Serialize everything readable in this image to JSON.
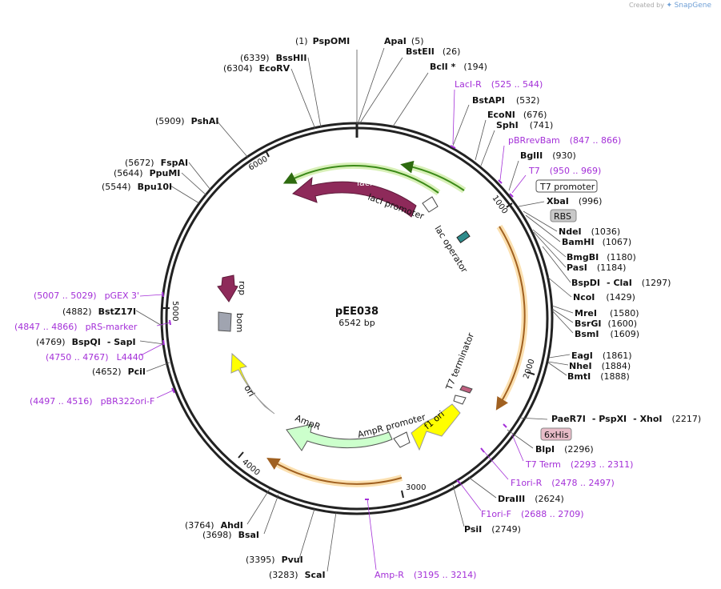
{
  "credit": {
    "prefix": "Created by",
    "brand": "SnapGene"
  },
  "plasmid": {
    "name": "pEE038",
    "size_label": "6542 bp",
    "length": 6542
  },
  "ticks": [
    "1000",
    "2000",
    "3000",
    "4000",
    "5000",
    "6000"
  ],
  "enzymes": [
    {
      "name": "PspOMI",
      "pos": "(1)"
    },
    {
      "name": "ApaI",
      "pos": "(5)"
    },
    {
      "name": "BstEII",
      "pos": "(26)"
    },
    {
      "name": "BclI *",
      "pos": "(194)"
    },
    {
      "name": "BstAPI",
      "pos": "(532)"
    },
    {
      "name": "EcoNI",
      "pos": "(676)"
    },
    {
      "name": "SphI",
      "pos": "(741)"
    },
    {
      "name": "BglII",
      "pos": "(930)"
    },
    {
      "name": "XbaI",
      "pos": "(996)"
    },
    {
      "name": "NdeI",
      "pos": "(1036)"
    },
    {
      "name": "BamHI",
      "pos": "(1067)"
    },
    {
      "name": "BmgBI",
      "pos": "(1180)"
    },
    {
      "name": "PasI",
      "pos": "(1184)"
    },
    {
      "name": "BspDI",
      "name2": "ClaI",
      "pos": "(1297)"
    },
    {
      "name": "NcoI",
      "pos": "(1429)"
    },
    {
      "name": "MreI",
      "pos": "(1580)"
    },
    {
      "name": "BsrGI",
      "pos": "(1600)"
    },
    {
      "name": "BsmI",
      "pos": "(1609)"
    },
    {
      "name": "EagI",
      "pos": "(1861)"
    },
    {
      "name": "NheI",
      "pos": "(1884)"
    },
    {
      "name": "BmtI",
      "pos": "(1888)"
    },
    {
      "name": "PaeR7I",
      "name2": "PspXI",
      "name3": "XhoI",
      "pos": "(2217)"
    },
    {
      "name": "BlpI",
      "pos": "(2296)"
    },
    {
      "name": "DraIII",
      "pos": "(2624)"
    },
    {
      "name": "PsiI",
      "pos": "(2749)"
    },
    {
      "name": "ScaI",
      "pos": "(3283)"
    },
    {
      "name": "PvuI",
      "pos": "(3395)"
    },
    {
      "name": "BsaI",
      "pos": "(3698)"
    },
    {
      "name": "AhdI",
      "pos": "(3764)"
    },
    {
      "name": "PciI",
      "pos": "(4652)"
    },
    {
      "name": "BspQI",
      "name2": "SapI",
      "pos": "(4769)"
    },
    {
      "name": "BstZ17I",
      "pos": "(4882)"
    },
    {
      "name": "Bpu10I",
      "pos": "(5544)"
    },
    {
      "name": "PpuMI",
      "pos": "(5644)"
    },
    {
      "name": "FspAI",
      "pos": "(5672)"
    },
    {
      "name": "PshAI",
      "pos": "(5909)"
    },
    {
      "name": "EcoRV",
      "pos": "(6304)"
    },
    {
      "name": "BssHII",
      "pos": "(6339)"
    }
  ],
  "primers": [
    {
      "name": "LacI-R",
      "range": "(525 .. 544)"
    },
    {
      "name": "pBRrevBam",
      "range": "(847 .. 866)"
    },
    {
      "name": "T7",
      "range": "(950 .. 969)"
    },
    {
      "name": "T7 Term",
      "range": "(2293 .. 2311)"
    },
    {
      "name": "F1ori-R",
      "range": "(2478 .. 2497)"
    },
    {
      "name": "F1ori-F",
      "range": "(2688 .. 2709)"
    },
    {
      "name": "Amp-R",
      "range": "(3195 .. 3214)"
    },
    {
      "name": "pBR322ori-F",
      "range": "(4497 .. 4516)"
    },
    {
      "name": "L4440",
      "range": "(4750 .. 4767)"
    },
    {
      "name": "pRS-marker",
      "range": "(4847 .. 4866)"
    },
    {
      "name": "pGEX 3'",
      "range": "(5007 .. 5029)"
    }
  ],
  "features": [
    {
      "name": "lacI",
      "color": "#8e2a5a"
    },
    {
      "name": "lacI promoter",
      "color": "#ffffff"
    },
    {
      "name": "lac operator",
      "color": "#2e8b8b"
    },
    {
      "name": "T7 promoter",
      "color": "#ffffff"
    },
    {
      "name": "RBS",
      "color": "#c8c8c8"
    },
    {
      "name": "6xHis",
      "color": "#e8bcc8"
    },
    {
      "name": "T7 terminator",
      "color": "#c06080"
    },
    {
      "name": "f1 ori",
      "color": "#ffff00"
    },
    {
      "name": "AmpR promoter",
      "color": "#ffffff"
    },
    {
      "name": "AmpR",
      "color": "#ccffcc"
    },
    {
      "name": "ori",
      "color": "#ffff00"
    },
    {
      "name": "bom",
      "color": "#a0a4b0"
    },
    {
      "name": "rop",
      "color": "#8e2a5a"
    }
  ],
  "colors": {
    "primer": "#a430d8",
    "orf_green": "#6fbf3a",
    "orf_orange": "#f0b050",
    "backbone": "#222222"
  }
}
